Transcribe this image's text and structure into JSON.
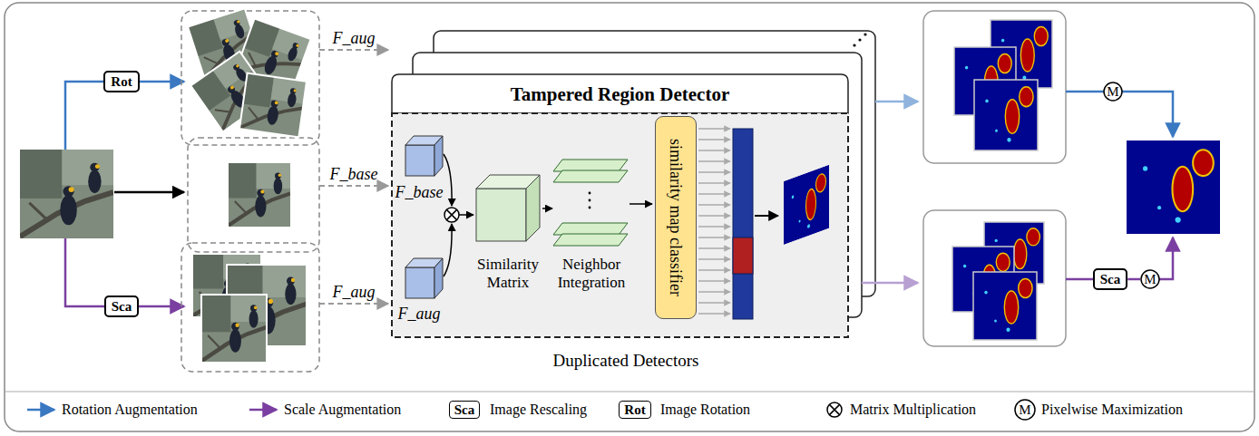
{
  "diagram": {
    "nodes": [
      {
        "text": [
          "Rot"
        ]
      },
      {
        "text": [
          "Sca"
        ]
      },
      {
        "text": [
          "Tampered Region Detector"
        ]
      },
      {
        "text": [
          "similarity map classifier"
        ],
        "in": 2
      },
      {
        "text": [
          "M"
        ]
      },
      {
        "text": [
          "Sca"
        ]
      },
      {
        "text": [
          "M"
        ]
      }
    ],
    "edges": [
      {
        "from": 5,
        "to": 6,
        "arrow": "none"
      }
    ],
    "labels": [
      "F_aug",
      "F_base",
      "F_aug",
      "F_base",
      "F_aug",
      "Similarity Matrix",
      "Neighbor Integration",
      "Duplicated Detectors",
      "Sca",
      "Rot",
      "M"
    ],
    "legend": [
      {
        "text": "Rotation Augmentation"
      },
      {
        "text": "Scale Augmentation"
      },
      {
        "text": "Image Rescaling"
      },
      {
        "text": "Image Rotation"
      },
      {
        "text": "Matrix Multiplication"
      },
      {
        "text": "Pixelwise Maximization"
      }
    ]
  }
}
